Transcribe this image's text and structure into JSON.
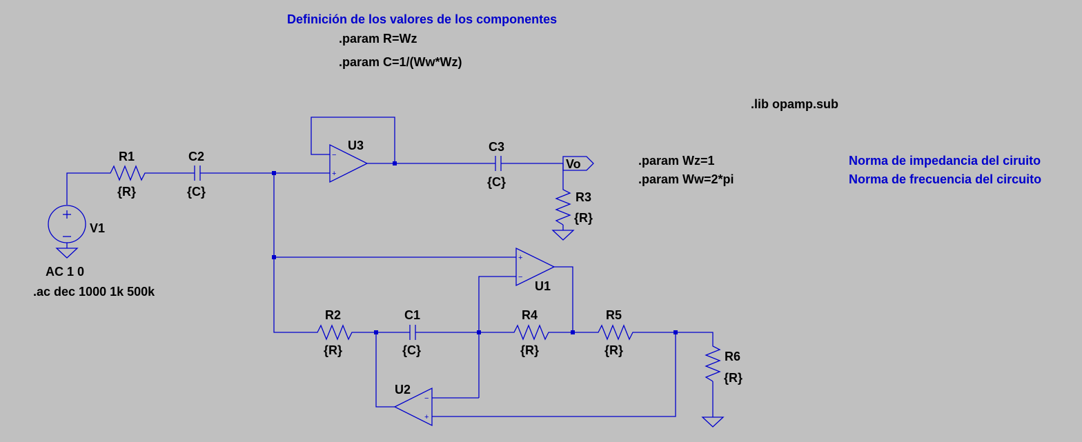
{
  "directives": {
    "title": "Definición de los valores de los componentes",
    "param_r": ".param R=Wz",
    "param_c": ".param C=1/(Ww*Wz)",
    "lib": ".lib opamp.sub",
    "param_wz": ".param Wz=1",
    "param_ww": ".param Ww=2*pi",
    "note_impedance": "Norma de impedancia del ciruito",
    "note_frequency": "Norma de frecuencia del circuito",
    "ac_analysis": ".ac dec 1000 1k 500k"
  },
  "components": {
    "r1": {
      "name": "R1",
      "value": "{R}"
    },
    "r2": {
      "name": "R2",
      "value": "{R}"
    },
    "r3": {
      "name": "R3",
      "value": "{R}"
    },
    "r4": {
      "name": "R4",
      "value": "{R}"
    },
    "r5": {
      "name": "R5",
      "value": "{R}"
    },
    "r6": {
      "name": "R6",
      "value": "{R}"
    },
    "c1": {
      "name": "C1",
      "value": "{C}"
    },
    "c2": {
      "name": "C2",
      "value": "{C}"
    },
    "c3": {
      "name": "C3",
      "value": "{C}"
    },
    "u1": {
      "name": "U1"
    },
    "u2": {
      "name": "U2"
    },
    "u3": {
      "name": "U3"
    },
    "v1": {
      "name": "V1",
      "value": "AC 1 0"
    }
  },
  "nets": {
    "output_label": "Vo"
  },
  "pins": {
    "plus": "+",
    "minus": "−"
  }
}
